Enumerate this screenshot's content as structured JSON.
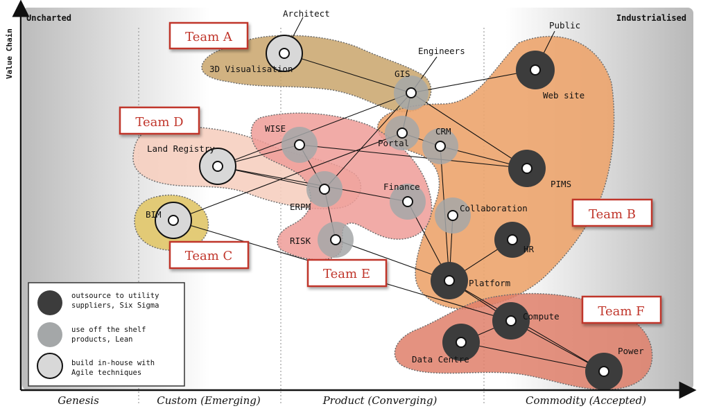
{
  "map": {
    "corner_left": "Uncharted",
    "corner_right": "Industrialised",
    "y_axis_label": "Value Chain",
    "stages": [
      "Genesis",
      "Custom (Emerging)",
      "Product (Converging)",
      "Commodity (Accepted)"
    ]
  },
  "teams": {
    "a": "Team A",
    "b": "Team B",
    "c": "Team C",
    "d": "Team D",
    "e": "Team E",
    "f": "Team F"
  },
  "components": {
    "architect": "Architect",
    "visualisation": "3D Visualisation",
    "engineers": "Engineers",
    "gis": "GIS",
    "public": "Public",
    "website": "Web site",
    "wise": "WISE",
    "portal": "Portal",
    "crm": "CRM",
    "land_registry": "Land Registry",
    "pims": "PIMS",
    "erpm": "ERPM",
    "finance": "Finance",
    "bim": "BIM",
    "collaboration": "Collaboration",
    "risk": "RISK",
    "hr": "HR",
    "platform": "Platform",
    "compute": "Compute",
    "data_centre": "Data Centre",
    "power": "Power"
  },
  "legend": {
    "outsource_line1": "outsource to utility",
    "outsource_line2": "suppliers, Six Sigma",
    "offshelf_line1": "use off the shelf",
    "offshelf_line2": "products, Lean",
    "inhouse_line1": "build in-house with",
    "inhouse_line2": "Agile techniques"
  },
  "colors": {
    "outsource": "#3c3c3c",
    "offshelf": "#a4a7a8",
    "inhouse": "#d8d8d8",
    "team_border": "#c0362c",
    "team_a_region": "#c9a46b",
    "team_b_region": "#eca46d",
    "team_c_region": "#e2c870",
    "team_d_region": "#f6cfc0",
    "team_e_region": "#ee9c98",
    "team_f_region": "#df7f6a"
  }
}
